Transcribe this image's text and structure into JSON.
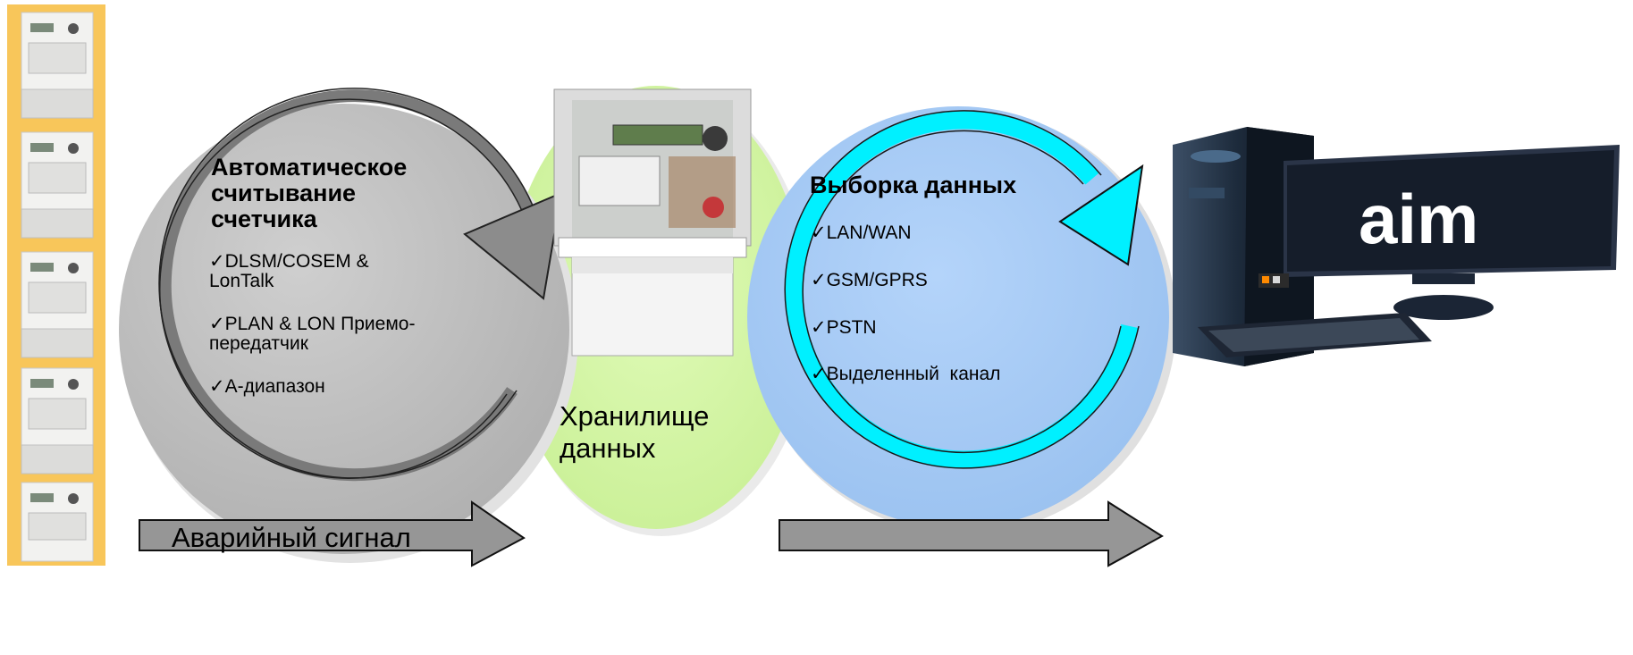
{
  "left_panel": {
    "title": "Автоматическое считывание счетчика",
    "title_lines": [
      "Автоматическое",
      "считывание",
      "счетчика"
    ],
    "items": [
      {
        "lines": [
          "✓DLSM/COSEM &",
          "LonTalk"
        ]
      },
      {
        "lines": [
          "✓PLAN & LON Приемо-",
          "передатчик"
        ]
      },
      {
        "lines": [
          "✓А-диапазон"
        ]
      }
    ]
  },
  "center_panel": {
    "label_lines": [
      "Хранилище",
      "данных"
    ]
  },
  "right_panel": {
    "title": "Выборка данных",
    "items": [
      "✓LAN/WAN",
      "✓GSM/GPRS",
      "✓PSTN",
      "✓Выделенный  канал"
    ]
  },
  "bottom_arrows": {
    "left_label": "Аварийный сигнал",
    "right_label": ""
  },
  "computer": {
    "logo_text": "aim"
  },
  "meters": {
    "count": 5
  },
  "colors": {
    "meter_strip": "#f8c65a",
    "left_circle": "#c0c0c0",
    "center_ellipse": "#d6f7a8",
    "right_circle": "#a8ccf6",
    "cyan_arrow": "#00f0ff",
    "gray_arrow": "#969696"
  }
}
